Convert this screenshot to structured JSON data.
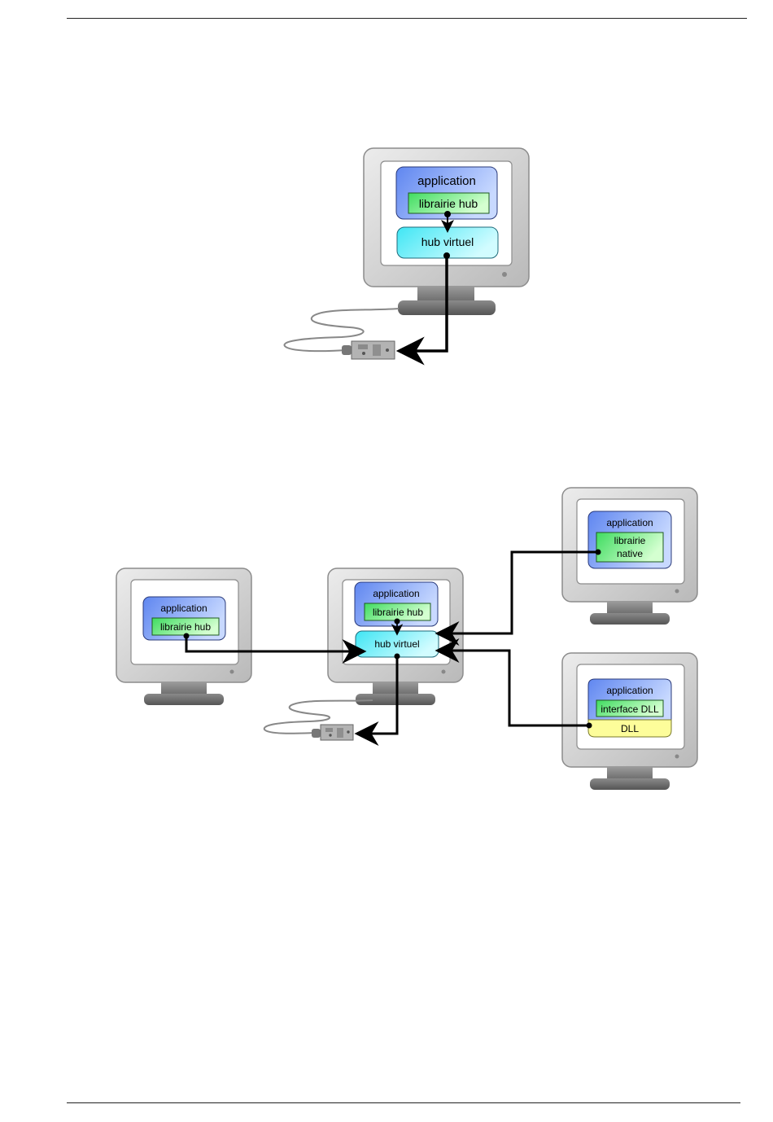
{
  "colors": {
    "application_gradient": [
      "#5f86f0",
      "#c4d6ff"
    ],
    "library_gradient": [
      "#4fe36b",
      "#c8ffc8"
    ],
    "hub_gradient": [
      "#3fe9f6",
      "#c9fbff"
    ],
    "dll": "#fdfd9a",
    "monitor_frame": "#cfcfcf",
    "monitor_stand": "#6f6f6f",
    "arrows": "#000000"
  },
  "diagram1": {
    "application_label": "application",
    "library_label": "librairie hub",
    "hub_label": "hub virtuel"
  },
  "diagram2": {
    "left": {
      "application_label": "application",
      "library_label": "librairie hub"
    },
    "center": {
      "application_label": "application",
      "library_label": "librairie hub",
      "hub_label": "hub virtuel"
    },
    "top_right": {
      "application_label": "application",
      "library_label_line1": "librairie",
      "library_label_line2": "native"
    },
    "bottom_right": {
      "application_label": "application",
      "interface_label": "interface DLL",
      "dll_label": "DLL"
    }
  }
}
